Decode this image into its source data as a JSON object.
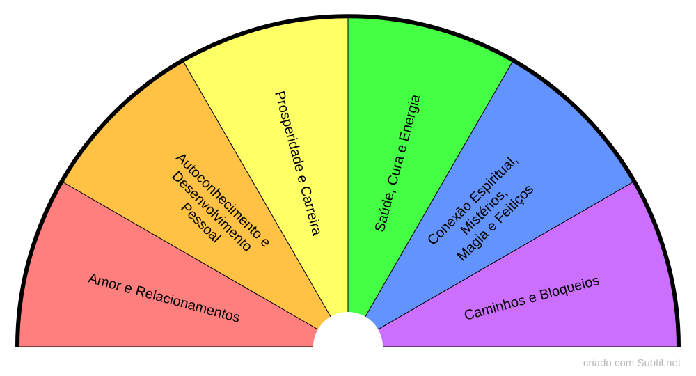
{
  "sectors": [
    {
      "label_lines": [
        "Amor e Relacionamentos"
      ],
      "color": "#ff7f7f"
    },
    {
      "label_lines": [
        "Autoconhecimento e",
        "Desenvolvimento",
        "Pessoal"
      ],
      "color": "#ffc244"
    },
    {
      "label_lines": [
        "Prosperidade e Carreira"
      ],
      "color": "#ffff66"
    },
    {
      "label_lines": [
        "Saúde, Cura e Energia"
      ],
      "color": "#44ff44"
    },
    {
      "label_lines": [
        "Conexão Espiritual,",
        "Mistérios,",
        "Magia e Feitiços"
      ],
      "color": "#6293ff"
    },
    {
      "label_lines": [
        "Caminhos e Bloqueios"
      ],
      "color": "#cc6fff"
    }
  ],
  "credit": "criado com Subtil.net"
}
